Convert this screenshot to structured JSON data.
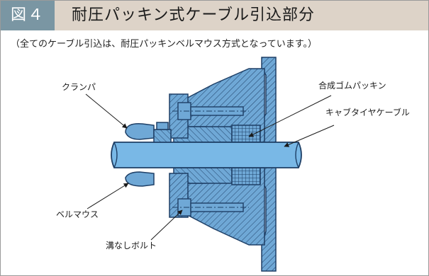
{
  "header": {
    "figure_number": "図４",
    "title": "耐圧パッキン式ケーブル引込部分",
    "badge_color": "#7a96a3",
    "band_color": "#ddd3c8"
  },
  "subtitle": "（全てのケーブル引込は、耐圧パッキンベルマウス方式となっています。）",
  "labels": {
    "clamp": "クランパ",
    "rubber_packing": "合成ゴムパッキン",
    "cabtyre_cable": "キャブタイヤケーブル",
    "bell_mouth": "ベルマウス",
    "grooveless_bolt": "溝なしボルト"
  },
  "colors": {
    "part_fill": "#6fa8d6",
    "cable_fill": "#79b8e6",
    "outline": "#1e3f66"
  }
}
